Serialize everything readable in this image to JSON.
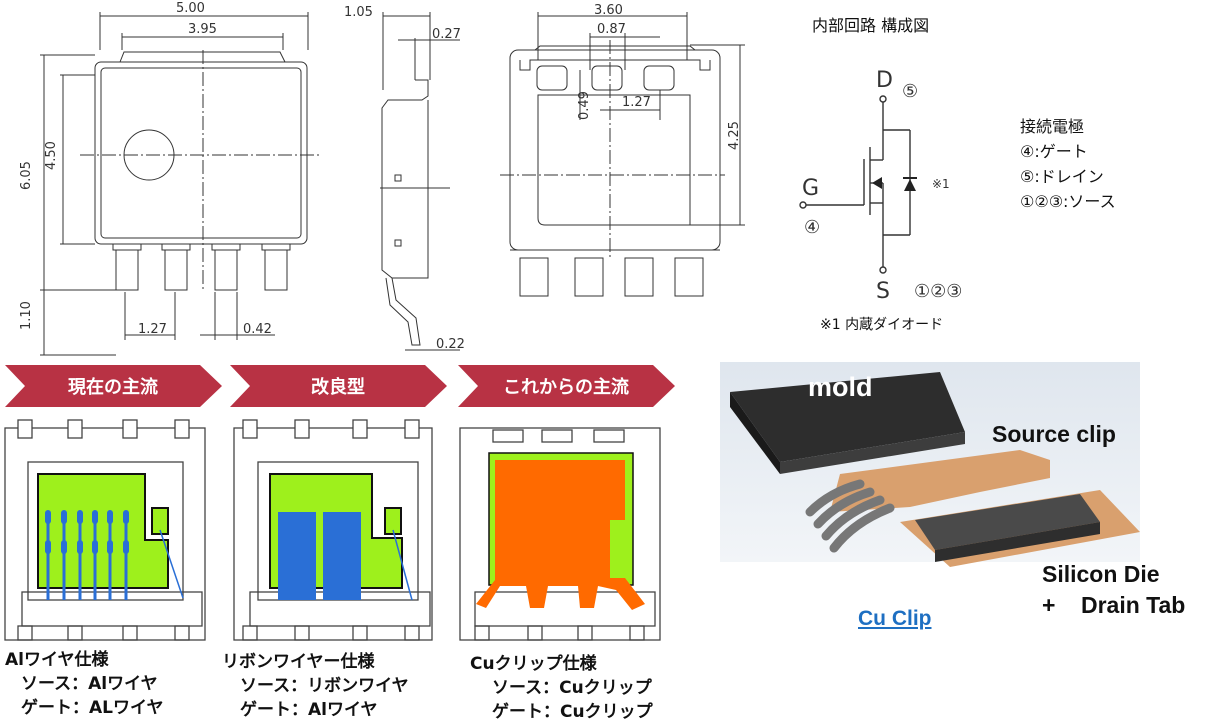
{
  "drawing": {
    "dims": {
      "top_width": "5.00",
      "frame_width": "3.95",
      "total_height": "6.05",
      "body_height": "4.50",
      "lead_length": "1.10",
      "lead_pitch": "1.27",
      "lead_width": "0.42",
      "side_thickness": "1.05",
      "side_tab": "0.27",
      "side_lead": "0.22",
      "bottom_width": "3.60",
      "pad_width": "0.87",
      "pad_offset": "0.49",
      "pad_pitch": "1.27",
      "pad_height": "4.25"
    }
  },
  "circuit": {
    "title": "内部回路 構成図",
    "pin_d": "D",
    "pin_g": "G",
    "pin_s": "S",
    "num_d": "⑤",
    "num_g": "④",
    "num_s": "①②③",
    "diode_mark": "※1",
    "diode_note": "※1 内蔵ダイオード"
  },
  "legend": {
    "title": "接続電極",
    "lines": [
      "④:ゲート",
      "⑤:ドレイン",
      "①②③:ソース"
    ]
  },
  "variants": [
    {
      "banner": "現在の主流",
      "title": "Alワイヤ仕様",
      "lines": [
        "ソース：Alワイヤ",
        "ゲート：ALワイヤ"
      ]
    },
    {
      "banner": "改良型",
      "title": "リボンワイヤー仕様",
      "lines": [
        "ソース：リボンワイヤ",
        "ゲート：Alワイヤ"
      ]
    },
    {
      "banner": "これからの主流",
      "title": "Cuクリップ仕様",
      "lines": [
        "ソース：Cuクリップ",
        "ゲート：Cuクリップ"
      ]
    }
  ],
  "render": {
    "mold": "mold",
    "source_clip": "Source clip",
    "silicon_die": "Silicon Die",
    "drain_tab": "+    Drain Tab",
    "link": "Cu Clip"
  },
  "colors": {
    "banner": "#b83244",
    "die_green": "#9ef01c",
    "wire_blue": "#2a6fd6",
    "clip_orange": "#ff6a00",
    "link_blue": "#1e6fc2"
  }
}
